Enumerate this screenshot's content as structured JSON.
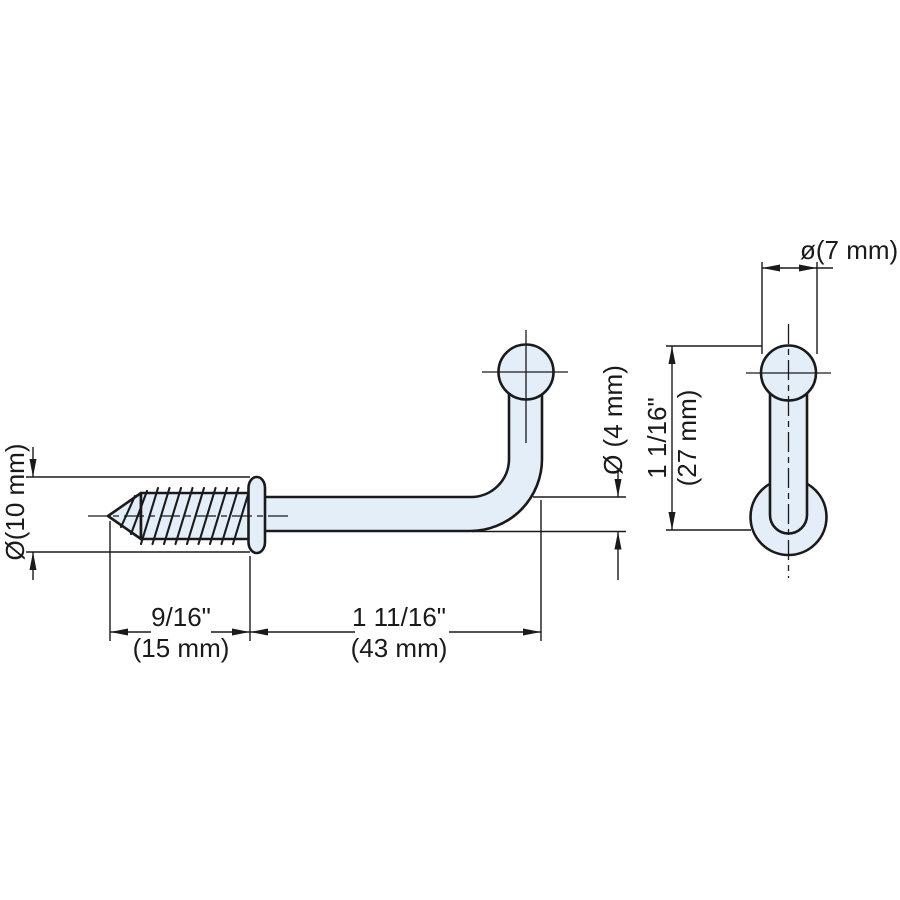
{
  "drawing": {
    "title": "ball-end hook with wood screw - dimensioned drawing",
    "colors": {
      "part_fill": "#e4eef8",
      "line": "#1a1a1a",
      "background": "#ffffff"
    },
    "labels": {
      "flange_diameter": "Ø(10 mm)",
      "rod_diameter": "Ø (4 mm)",
      "ball_diameter": "ø(7 mm)",
      "height_in": "1 1/16\"",
      "height_mm": "(27 mm)",
      "screw_length_in": "9/16\"",
      "screw_length_mm": "(15 mm)",
      "hook_length_in": "1 11/16\"",
      "hook_length_mm": "(43 mm)"
    }
  }
}
